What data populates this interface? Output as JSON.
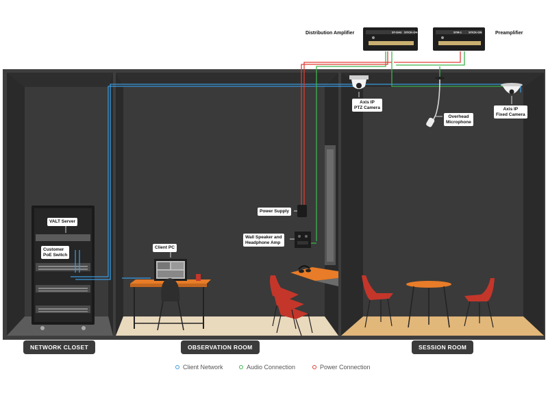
{
  "equipment": {
    "distribution_amplifier": "Distribution Amplifier",
    "preamplifier": "Preamplifier",
    "da_unit_model": "ST-DA3",
    "da_unit_brand": "STICK-ON",
    "pre_unit_model": "STM-1",
    "pre_unit_brand": "STICK-ON"
  },
  "labels": {
    "ptz_camera_line1": "Axis IP",
    "ptz_camera_line2": "PTZ Camera",
    "fixed_camera_line1": "Axis IP",
    "fixed_camera_line2": "Fixed Camera",
    "microphone_line1": "Overhead",
    "microphone_line2": "Microphone",
    "power_supply": "Power Supply",
    "wall_speaker_line1": "Wall Speaker and",
    "wall_speaker_line2": "Headphone Amp",
    "client_pc": "Client PC",
    "valt_server": "VALT Server",
    "poe_switch_line1": "Customer",
    "poe_switch_line2": "PoE Switch"
  },
  "rooms": {
    "network_closet": "NETWORK CLOSET",
    "observation_room": "OBSERVATION ROOM",
    "session_room": "SESSION ROOM"
  },
  "legend": {
    "client_network": "Client Network",
    "audio_connection": "Audio Connection",
    "power_connection": "Power Connection"
  },
  "colors": {
    "client_network": "#3a9be0",
    "audio_connection": "#3cb44b",
    "power_connection": "#e03c31",
    "wall": "#3d3d3d",
    "floor_wood": "#e9d9bd",
    "table_top": "#e87c28",
    "chair_red": "#c4362a"
  }
}
